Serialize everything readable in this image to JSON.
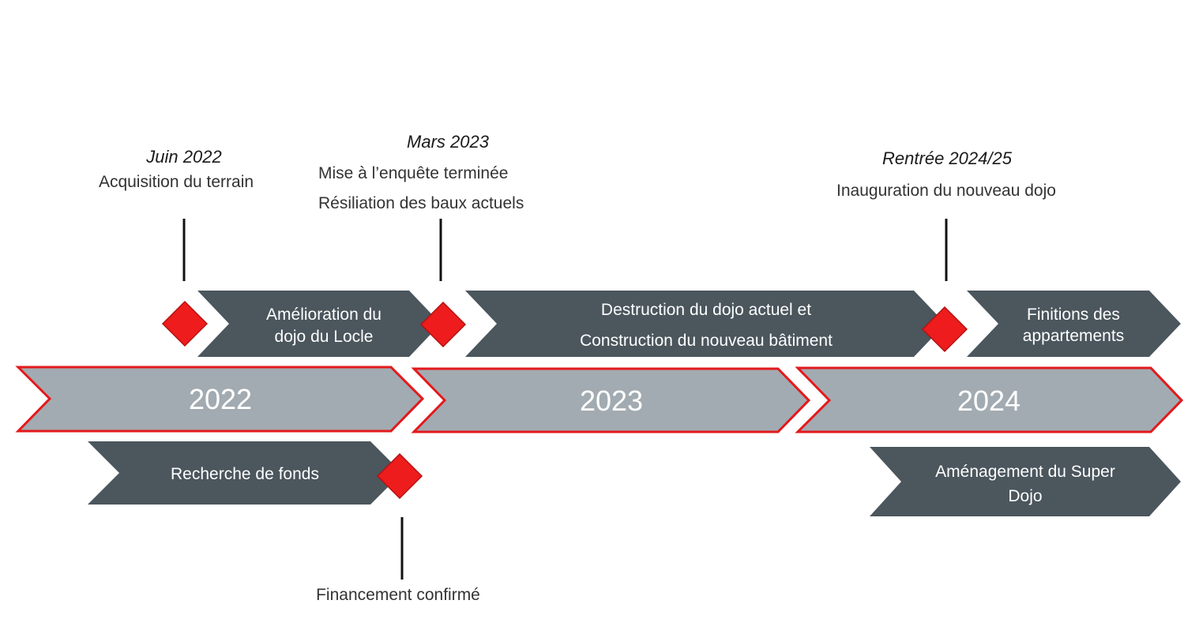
{
  "years": [
    {
      "label": "2022"
    },
    {
      "label": "2023"
    },
    {
      "label": "2024"
    }
  ],
  "phases_top": [
    {
      "lines": [
        "Amélioration du",
        "dojo du Locle"
      ]
    },
    {
      "lines": [
        "Destruction du dojo actuel et",
        "Construction du nouveau bâtiment"
      ]
    },
    {
      "lines": [
        "Finitions des",
        "appartements"
      ]
    }
  ],
  "phases_bottom": [
    {
      "lines": [
        "Recherche de fonds"
      ]
    },
    {
      "lines": [
        "Aménagement du Super",
        "Dojo"
      ]
    }
  ],
  "milestones": [
    {
      "date": "Juin 2022",
      "lines": [
        "Acquisition du terrain"
      ]
    },
    {
      "date": "Mars 2023",
      "lines": [
        "Mise à l’enquête terminée",
        "Résiliation des baux actuels"
      ]
    },
    {
      "date": "Rentrée 2024/25",
      "lines": [
        "Inauguration du nouveau dojo"
      ]
    },
    {
      "date": "",
      "lines": [
        "Financement confirmé"
      ]
    }
  ],
  "colors": {
    "phase_fill": "#4b565d",
    "year_fill": "#a2abb1",
    "year_border": "#e3191b",
    "milestone": "#ee1c1c"
  }
}
